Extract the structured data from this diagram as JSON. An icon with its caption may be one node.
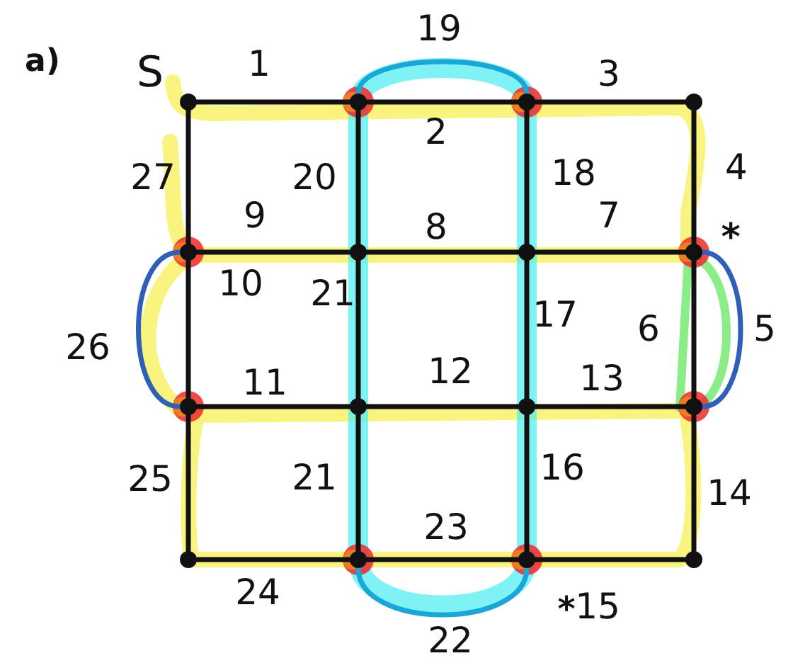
{
  "diagram": {
    "nodes": [
      {
        "text": [],
        "shape": "circle"
      },
      {
        "text": [],
        "shape": "circle"
      },
      {
        "text": [],
        "shape": "circle"
      },
      {
        "text": [],
        "shape": "circle"
      },
      {
        "text": [],
        "shape": "circle"
      },
      {
        "text": [],
        "shape": "circle"
      },
      {
        "text": [],
        "shape": "circle"
      },
      {
        "text": [],
        "shape": "circle"
      },
      {
        "text": [],
        "shape": "circle"
      },
      {
        "text": [],
        "shape": "circle"
      },
      {
        "text": [],
        "shape": "circle"
      },
      {
        "text": [],
        "shape": "circle"
      },
      {
        "text": [],
        "shape": "circle"
      },
      {
        "text": [],
        "shape": "circle"
      },
      {
        "text": [],
        "shape": "circle"
      },
      {
        "text": [],
        "shape": "circle"
      }
    ],
    "edges": [
      {
        "from": 0,
        "to": 1,
        "arrow": "none",
        "label": "1"
      },
      {
        "from": 1,
        "to": 2,
        "arrow": "none",
        "label": "2"
      },
      {
        "from": 2,
        "to": 3,
        "arrow": "none",
        "label": "3"
      },
      {
        "from": 3,
        "to": 7,
        "arrow": "none",
        "label": "4"
      },
      {
        "from": 7,
        "to": 11,
        "arrow": "none",
        "label": "5",
        "color": "#2f5fb8"
      },
      {
        "from": 7,
        "to": 11,
        "arrow": "none",
        "label": "6"
      },
      {
        "from": 6,
        "to": 7,
        "arrow": "none",
        "label": "7"
      },
      {
        "from": 5,
        "to": 6,
        "arrow": "none",
        "label": "8"
      },
      {
        "from": 4,
        "to": 5,
        "arrow": "none",
        "label": "9"
      },
      {
        "from": 4,
        "to": 8,
        "arrow": "none",
        "label": "10"
      },
      {
        "from": 8,
        "to": 9,
        "arrow": "none",
        "label": "11"
      },
      {
        "from": 9,
        "to": 10,
        "arrow": "none",
        "label": "12"
      },
      {
        "from": 10,
        "to": 11,
        "arrow": "none",
        "label": "13"
      },
      {
        "from": 11,
        "to": 15,
        "arrow": "none",
        "label": "14"
      },
      {
        "from": 14,
        "to": 15,
        "arrow": "none",
        "label": "15"
      },
      {
        "from": 10,
        "to": 14,
        "arrow": "none",
        "label": "16"
      },
      {
        "from": 6,
        "to": 10,
        "arrow": "none",
        "label": "17"
      },
      {
        "from": 2,
        "to": 6,
        "arrow": "none",
        "label": "18"
      },
      {
        "from": 1,
        "to": 2,
        "arrow": "none",
        "label": "19",
        "color": "#1aa6d6"
      },
      {
        "from": 1,
        "to": 5,
        "arrow": "none",
        "label": "20"
      },
      {
        "from": 5,
        "to": 9,
        "arrow": "none",
        "label": "21"
      },
      {
        "from": 13,
        "to": 14,
        "arrow": "none",
        "label": "22",
        "color": "#1aa6d6"
      },
      {
        "from": 13,
        "to": 14,
        "arrow": "none",
        "label": "23"
      },
      {
        "from": 12,
        "to": 13,
        "arrow": "none",
        "label": "24"
      },
      {
        "from": 8,
        "to": 12,
        "arrow": "none",
        "label": "25"
      },
      {
        "from": 4,
        "to": 8,
        "arrow": "none",
        "label": "26",
        "color": "#2f5fb8"
      },
      {
        "from": 0,
        "to": 4,
        "arrow": "none",
        "label": "27"
      },
      {
        "from": 9,
        "to": 13,
        "arrow": "none",
        "label": "21"
      }
    ],
    "labels": [
      "a)",
      "S",
      "*",
      "*"
    ]
  }
}
